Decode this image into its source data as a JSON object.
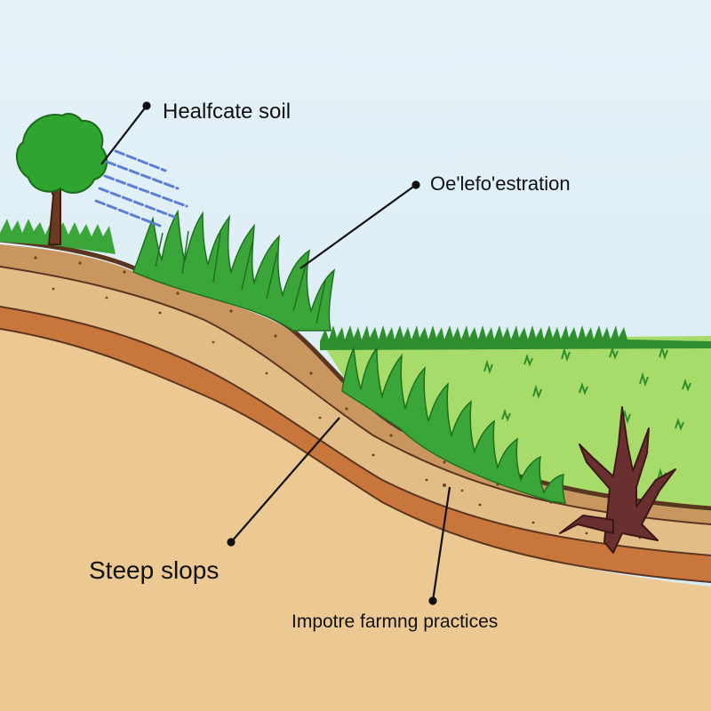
{
  "labels": {
    "healthy_soil": "Healfcate soil",
    "deforestation": "Oe'lefo'estration",
    "steep_slopes": "Steep slops",
    "farming": "Impotre farmng practices"
  },
  "colors": {
    "sky": "#dcedf5",
    "field": "#a8dc6a",
    "grass": "#3aa63a",
    "topsoil": "#c9965f",
    "soil_band": "#d8a96e",
    "clay_band": "#c9763c",
    "sand": "#ecc992",
    "outline": "#5a3520",
    "stump": "#6a2f2f",
    "wind": "#5c7fd6"
  },
  "icons": [
    "tree-icon",
    "wind-lines",
    "grass-clump",
    "dead-tree-stump"
  ]
}
